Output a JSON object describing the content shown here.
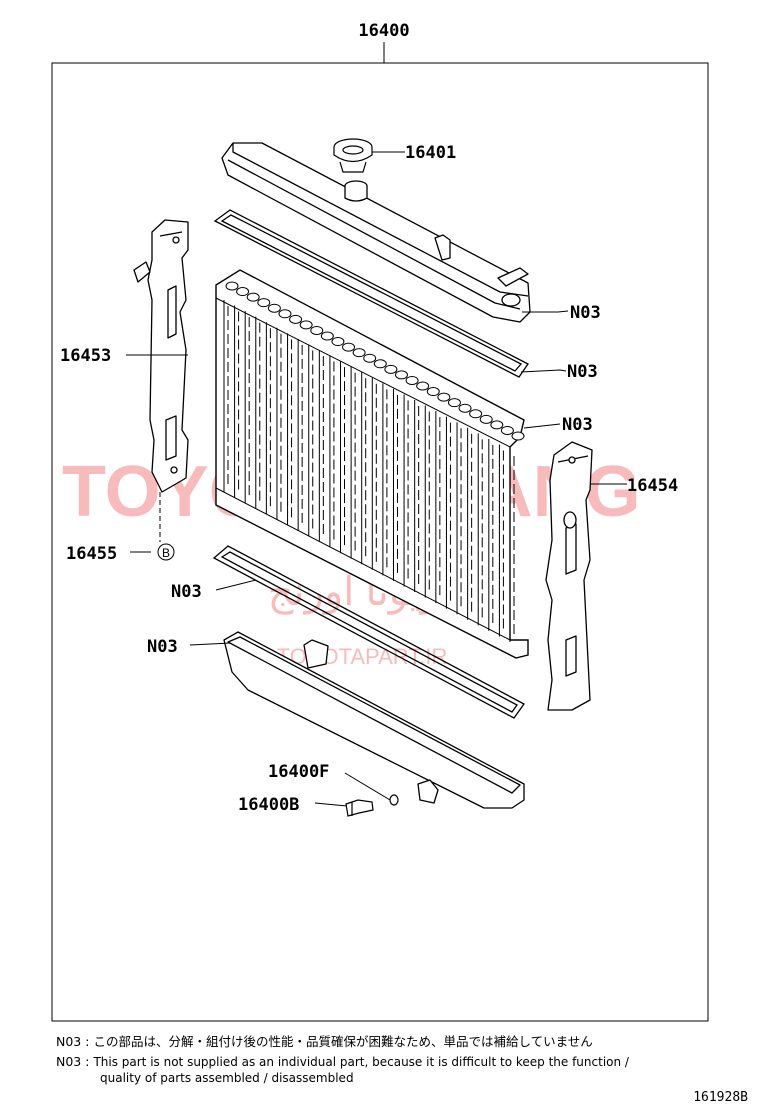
{
  "diagram": {
    "assembly_number": "16400",
    "parts": {
      "cap": "16401",
      "upper_tank_seal": "N03",
      "upper_gasket": "N03",
      "core_seal": "N03",
      "left_support": "16453",
      "right_support": "16454",
      "clip": "16455",
      "clip_marker": "B",
      "lower_gasket": "N03",
      "lower_tank": "N03",
      "drain_oring": "16400F",
      "drain_cock": "16400B"
    },
    "watermark": {
      "main": "TOYOTA ORANG",
      "arabic": "تویوتا اورنج",
      "url": "TOYOTAPART.IR"
    }
  },
  "notes": {
    "jp_code": "N03 :",
    "jp_text": "この部品は、分解・組付け後の性能・品質確保が困難なため、単品では補給していません",
    "en_code": "N03 :",
    "en_text_line1": "This part is not supplied as an individual part, because it is difficult to keep the function /",
    "en_text_line2": "quality of parts assembled / disassembled"
  },
  "figure_number": "161928B"
}
